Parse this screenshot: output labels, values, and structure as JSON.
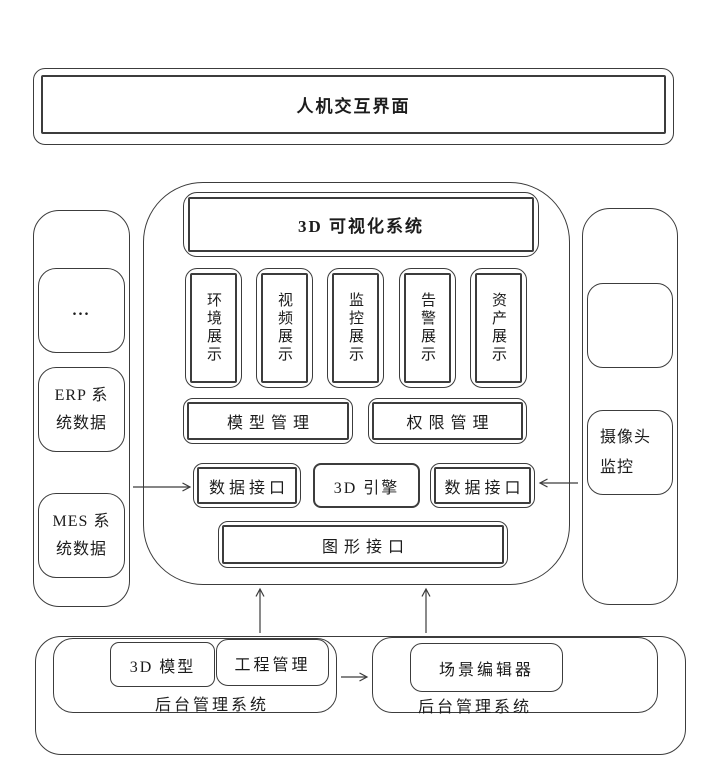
{
  "colors": {
    "line": "#3c3c3c",
    "background": "#ffffff",
    "text": "#1c1c1c"
  },
  "top_bar": {
    "label": "人机交互界面"
  },
  "center_system": {
    "title": "3D 可视化系统",
    "modules": [
      "环境展示",
      "视频展示",
      "监控展示",
      "告警展示",
      "资产展示"
    ],
    "model_management": "模型管理",
    "permission_management": "权限管理",
    "data_interface_left": "数据接口",
    "engine": "3D 引擎",
    "data_interface_right": "数据接口",
    "graphics_interface": "图形接口"
  },
  "left_panel": {
    "more": "...",
    "erp": "ERP 系\n统数据",
    "mes": "MES 系\n统数据"
  },
  "right_panel": {
    "camera": "摄像头\n监控"
  },
  "bottom_section": {
    "left_group": {
      "model_3d": "3D 模型",
      "project_management": "工程管理",
      "caption": "后台管理系统"
    },
    "right_group": {
      "scene_editor": "场景编辑器",
      "caption": "后台管理系统"
    }
  }
}
